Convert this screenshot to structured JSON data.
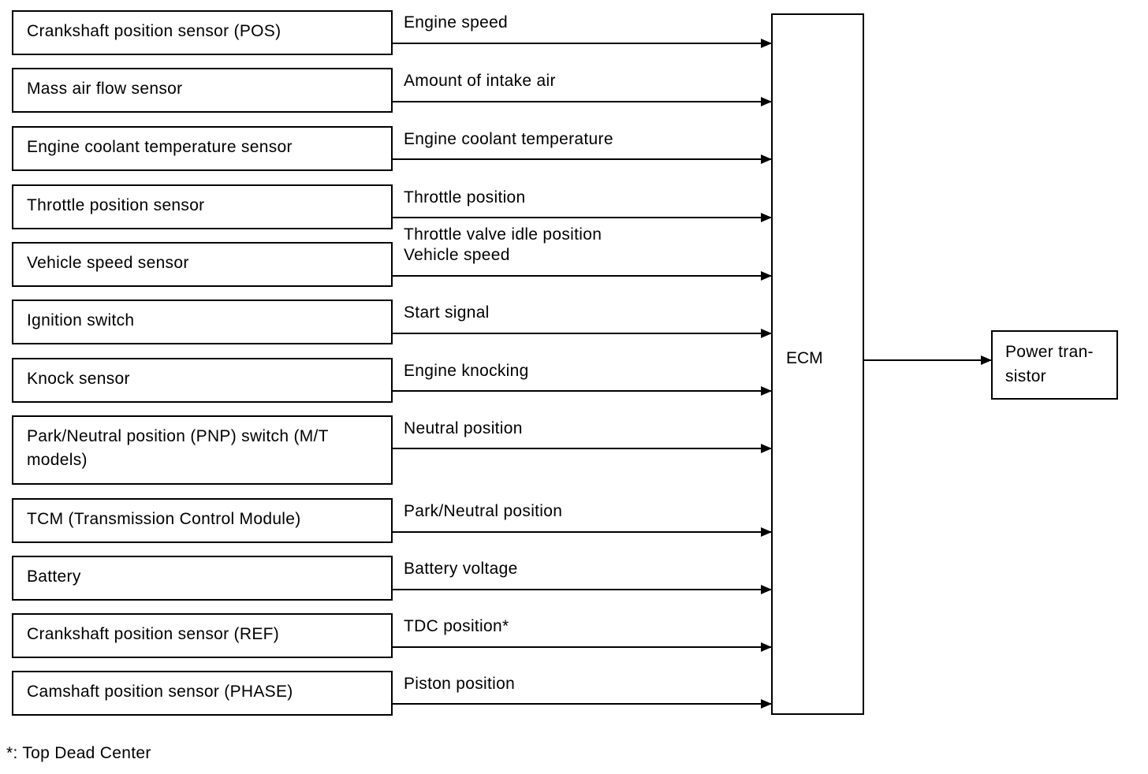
{
  "inputs": [
    {
      "sensor": "Crankshaft position sensor (POS)",
      "signal": "Engine speed"
    },
    {
      "sensor": "Mass air flow sensor",
      "signal": "Amount of intake air"
    },
    {
      "sensor": "Engine coolant temperature sensor",
      "signal": "Engine coolant temperature"
    },
    {
      "sensor": "Throttle position sensor",
      "signal": "Throttle position"
    },
    {
      "sensor": "Vehicle speed sensor",
      "signal": "Throttle valve idle position",
      "signal2": "Vehicle speed"
    },
    {
      "sensor": "Ignition switch",
      "signal": "Start signal"
    },
    {
      "sensor": "Knock sensor",
      "signal": "Engine knocking"
    },
    {
      "sensor": "Park/Neutral position (PNP) switch (M/T models)",
      "signal": "Neutral position"
    },
    {
      "sensor": "TCM (Transmission Control Module)",
      "signal": "Park/Neutral position"
    },
    {
      "sensor": "Battery",
      "signal": "Battery voltage"
    },
    {
      "sensor": "Crankshaft position sensor (REF)",
      "signal": "TDC position*"
    },
    {
      "sensor": "Camshaft position sensor (PHASE)",
      "signal": "Piston position"
    }
  ],
  "ecm": {
    "label": "ECM"
  },
  "output": {
    "label": "Power tran-\nsistor"
  },
  "footnote": "*: Top Dead Center"
}
